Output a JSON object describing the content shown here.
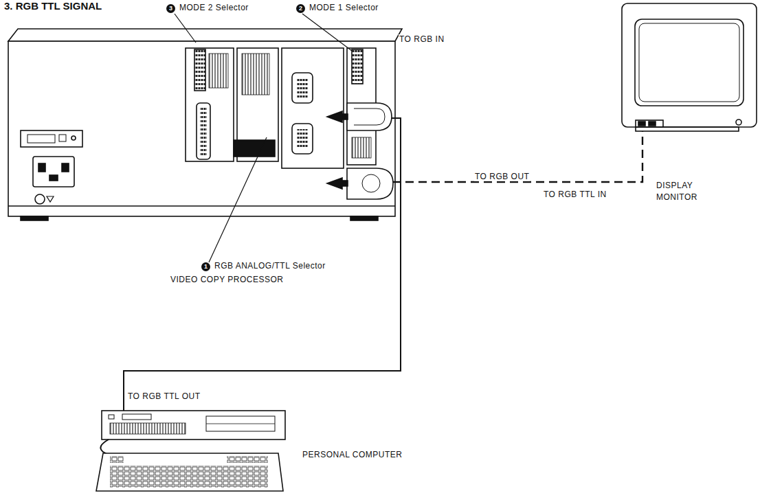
{
  "diagram": {
    "title": "3. RGB TTL SIGNAL",
    "nodes": [
      {
        "text": [
          "VIDEO COPY PROCESSOR"
        ]
      },
      {
        "text": [
          "DISPLAY MONITOR"
        ]
      },
      {
        "text": [
          "PERSONAL COMPUTER"
        ]
      }
    ],
    "edges": [
      {
        "from": 2,
        "to": 0,
        "arrow": "none"
      },
      {
        "from": 0,
        "to": 1,
        "arrow": "none"
      }
    ],
    "labels": [
      "3",
      "MODE 2 Selector",
      "2",
      "MODE 1 Selector",
      "TO RGB IN",
      "TO RGB OUT",
      "TO RGB TTL IN",
      "1",
      "RGB ANALOG/TTL Selector",
      "TO RGB TTL OUT"
    ]
  }
}
